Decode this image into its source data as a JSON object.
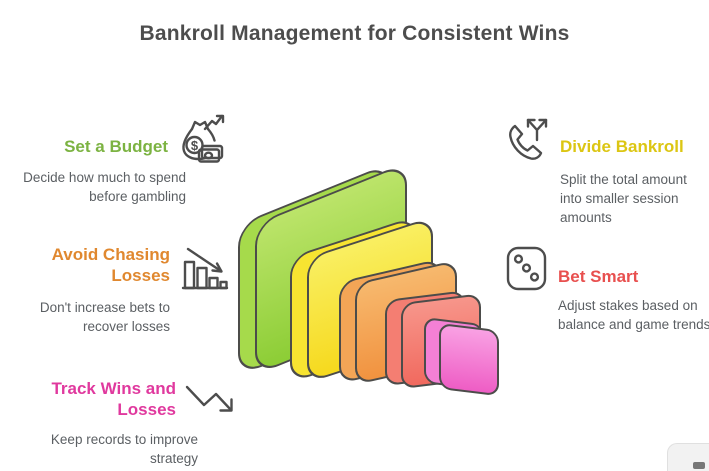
{
  "title": "Bankroll Management for Consistent Wins",
  "colors": {
    "title_text": "#4d4d4d",
    "body_text": "#5b5f63",
    "icon_stroke": "#4d4d4d",
    "outline": "#4c4c4a",
    "accent_green": "#7cb342",
    "accent_orange": "#e0882f",
    "accent_pink": "#e0399e",
    "accent_yellow": "#dcc613",
    "accent_red": "#e8504f"
  },
  "items_left": [
    {
      "heading": "Set a Budget",
      "description": "Decide how much to spend before gambling",
      "icon": "money-bag-growth-icon",
      "accent": "#7cb342"
    },
    {
      "heading": "Avoid Chasing Losses",
      "description": "Don't increase bets to recover losses",
      "icon": "declining-bars-icon",
      "accent": "#e0882f"
    },
    {
      "heading": "Track Wins and Losses",
      "description": "Keep records to improve strategy",
      "icon": "zigzag-trend-icon",
      "accent": "#e0399e"
    }
  ],
  "items_right": [
    {
      "heading": "Divide Bankroll",
      "description": "Split the total amount into smaller session amounts",
      "icon": "call-split-icon",
      "accent": "#dcc613"
    },
    {
      "heading": "Bet Smart",
      "description": "Adjust stakes based on balance and game trends",
      "icon": "dice-icon",
      "accent": "#e8504f"
    }
  ],
  "icons": {
    "dollar_sign": "$"
  },
  "pyramid": {
    "outline": "#4c4c4a",
    "slabs": [
      {
        "name": "green",
        "top": "#bce46a",
        "bottom": "#8ccd35",
        "side": "#a6da4b"
      },
      {
        "name": "yellow",
        "top": "#f9ef62",
        "bottom": "#f6d91d",
        "side": "#f7e431"
      },
      {
        "name": "orange",
        "top": "#f7b96e",
        "bottom": "#f1923f",
        "side": "#f3a556"
      },
      {
        "name": "salmon",
        "top": "#f7968b",
        "bottom": "#f1695e",
        "side": "#f47e72"
      },
      {
        "name": "pink",
        "top": "#f9a2e4",
        "bottom": "#ee5cc4",
        "side": "#f480d5"
      }
    ]
  }
}
